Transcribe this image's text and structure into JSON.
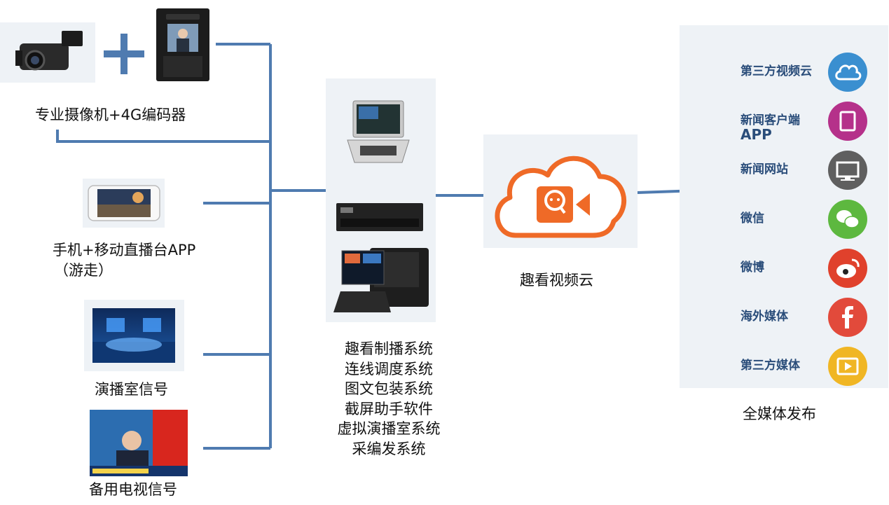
{
  "sources": [
    {
      "label": "专业摄像机+4G编码器"
    },
    {
      "label_line1": "手机+移动直播台APP",
      "label_line2": "（游走）"
    },
    {
      "label": "演播室信号"
    },
    {
      "label": "备用电视信号"
    }
  ],
  "systems": [
    "趣看制播系统",
    "连线调度系统",
    "图文包装系统",
    "截屏助手软件",
    "虚拟演播室系统",
    "采编发系统"
  ],
  "cloud": {
    "label": "趣看视频云"
  },
  "publish": {
    "title": "全媒体发布",
    "items": [
      {
        "label": "第三方视频云",
        "icon": "cloud-icon",
        "color": "#3a8fd0"
      },
      {
        "label_line1": "新闻客户端",
        "label_line2": "APP",
        "icon": "app-square-icon",
        "color": "#b5318a"
      },
      {
        "label": "新闻网站",
        "icon": "monitor-icon",
        "color": "#5f5f5f"
      },
      {
        "label": "微信",
        "icon": "wechat-icon",
        "color": "#5db83f"
      },
      {
        "label": "微博",
        "icon": "weibo-icon",
        "color": "#e0412c"
      },
      {
        "label": "海外媒体",
        "icon": "facebook-icon",
        "color": "#e24a3b"
      },
      {
        "label": "第三方媒体",
        "icon": "video-icon",
        "color": "#f0b624"
      }
    ]
  },
  "colors": {
    "line": "#4f7bb0",
    "cloud": "#ef6a27"
  }
}
